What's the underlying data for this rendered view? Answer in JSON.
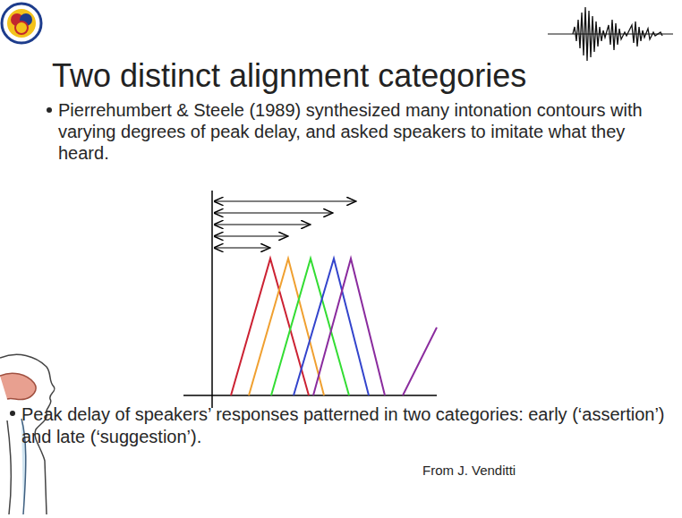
{
  "diagram": {
    "title": "Two distinct alignment categories",
    "labels": [
      "Pierrehumbert & Steele (1989) synthesized many intonation contours with varying degrees of peak delay, and asked speakers to imitate what they heard.",
      "Peak delay of speakers’ responses patterned in two categories: early (‘assertion’) and late (‘suggestion’).",
      "From J. Venditti"
    ]
  }
}
